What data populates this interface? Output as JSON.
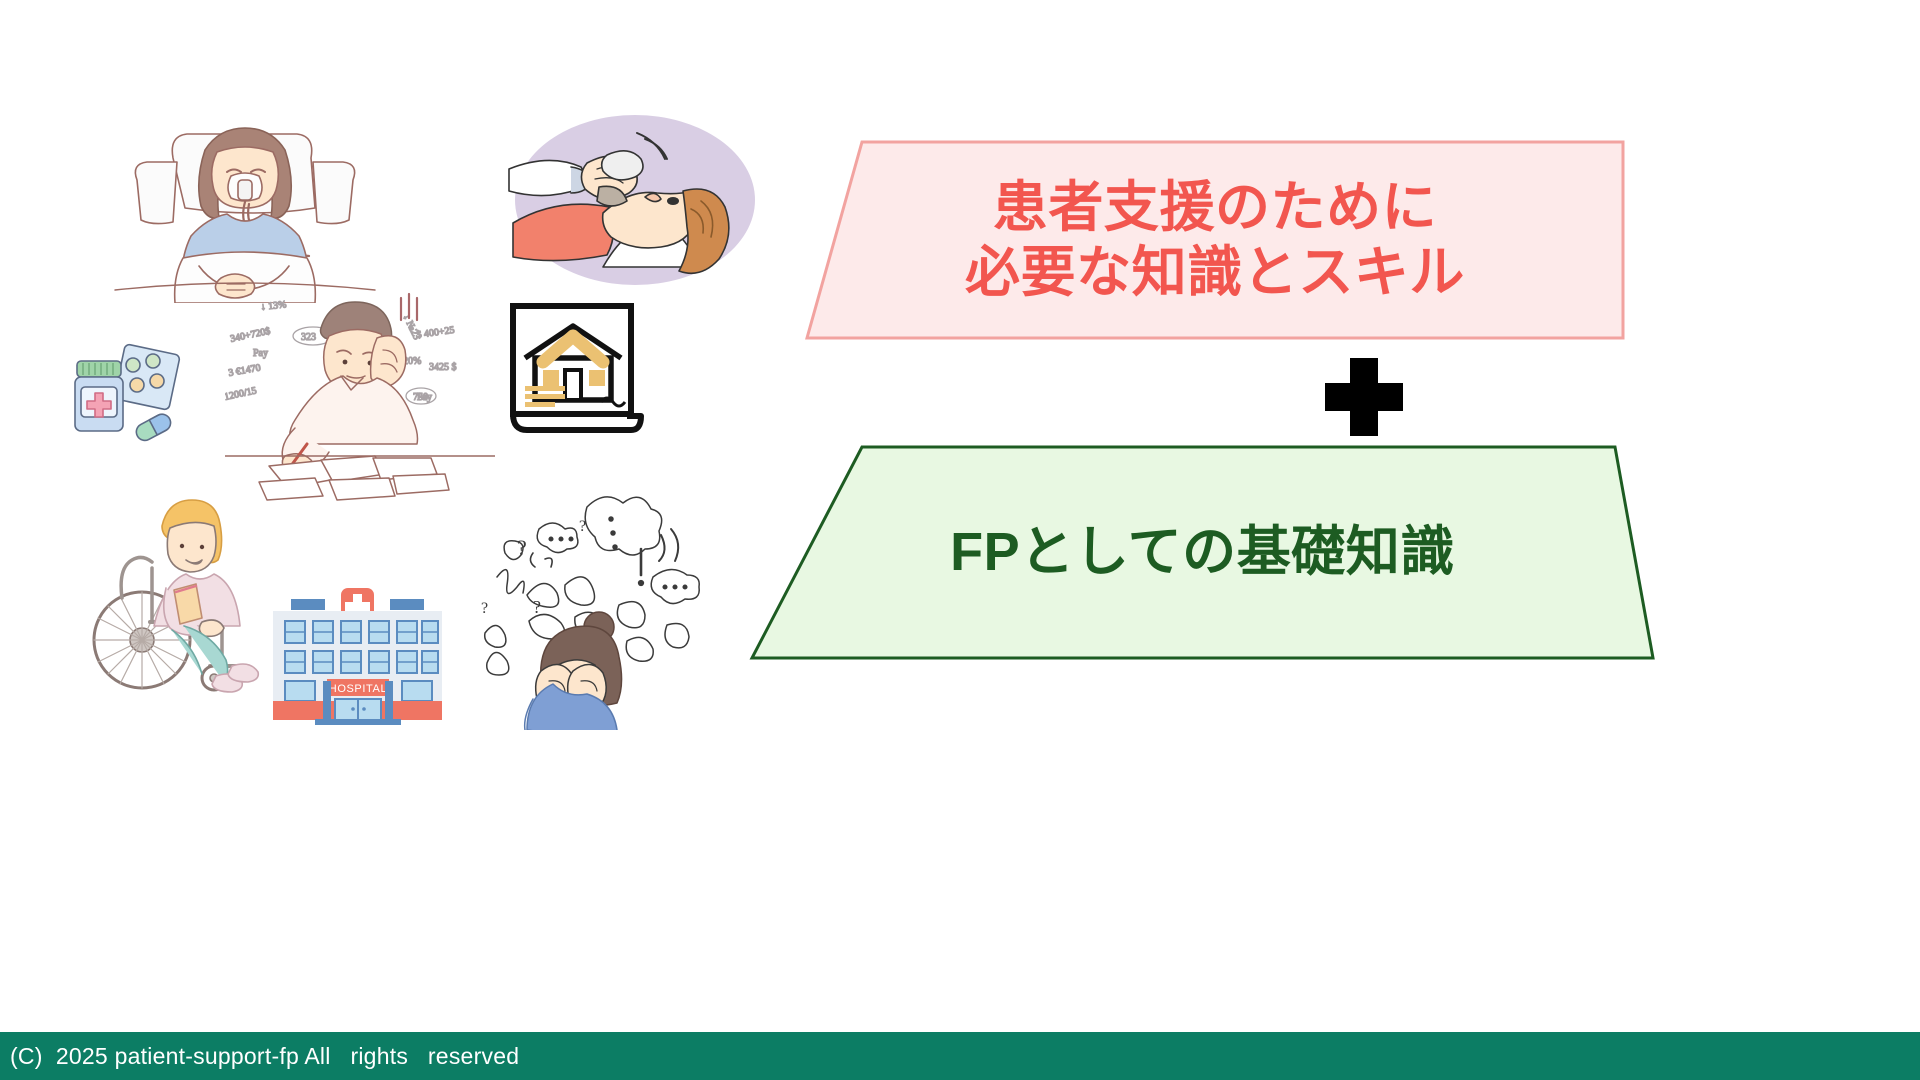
{
  "slide": {
    "background_color": "#ffffff"
  },
  "concept": {
    "top_box": {
      "line1": "患者支援のために",
      "line2": "必要な知識とスキル",
      "text_color": "#f2564f",
      "fill_color": "#fdeaea",
      "border_color": "#f2a3a0"
    },
    "operator": "plus-sign",
    "operator_color": "#000000",
    "bottom_box": {
      "line1": "FPとしての基礎知識",
      "text_color": "#1d5c22",
      "fill_color": "#e8f8e2",
      "border_color": "#1d5c22"
    }
  },
  "collage": {
    "items": [
      {
        "name": "patient-in-bed-with-oxygen-mask-illustration",
        "alt": "ベッドで酸素マスクをつけた患者"
      },
      {
        "name": "medical-care-examination-illustration",
        "alt": "医療ケア・診察"
      },
      {
        "name": "medicine-bottle-and-pills-illustration",
        "alt": "薬瓶と錠剤"
      },
      {
        "name": "stressed-man-with-calculations-illustration",
        "alt": "計算に悩む男性"
      },
      {
        "name": "house-blueprint-illustration",
        "alt": "家の図面"
      },
      {
        "name": "woman-in-wheelchair-illustration",
        "alt": "車椅子の女性"
      },
      {
        "name": "hospital-building-illustration",
        "alt": "病院の建物"
      },
      {
        "name": "anxious-woman-with-thoughts-illustration",
        "alt": "悩みを抱える女性"
      }
    ],
    "hospital_sign": "HOSPITAL"
  },
  "footer": {
    "copyright": "(C)  2025 patient-support-fp All   rights   reserved",
    "background_color": "#0c7d64",
    "text_color": "#ffffff"
  }
}
